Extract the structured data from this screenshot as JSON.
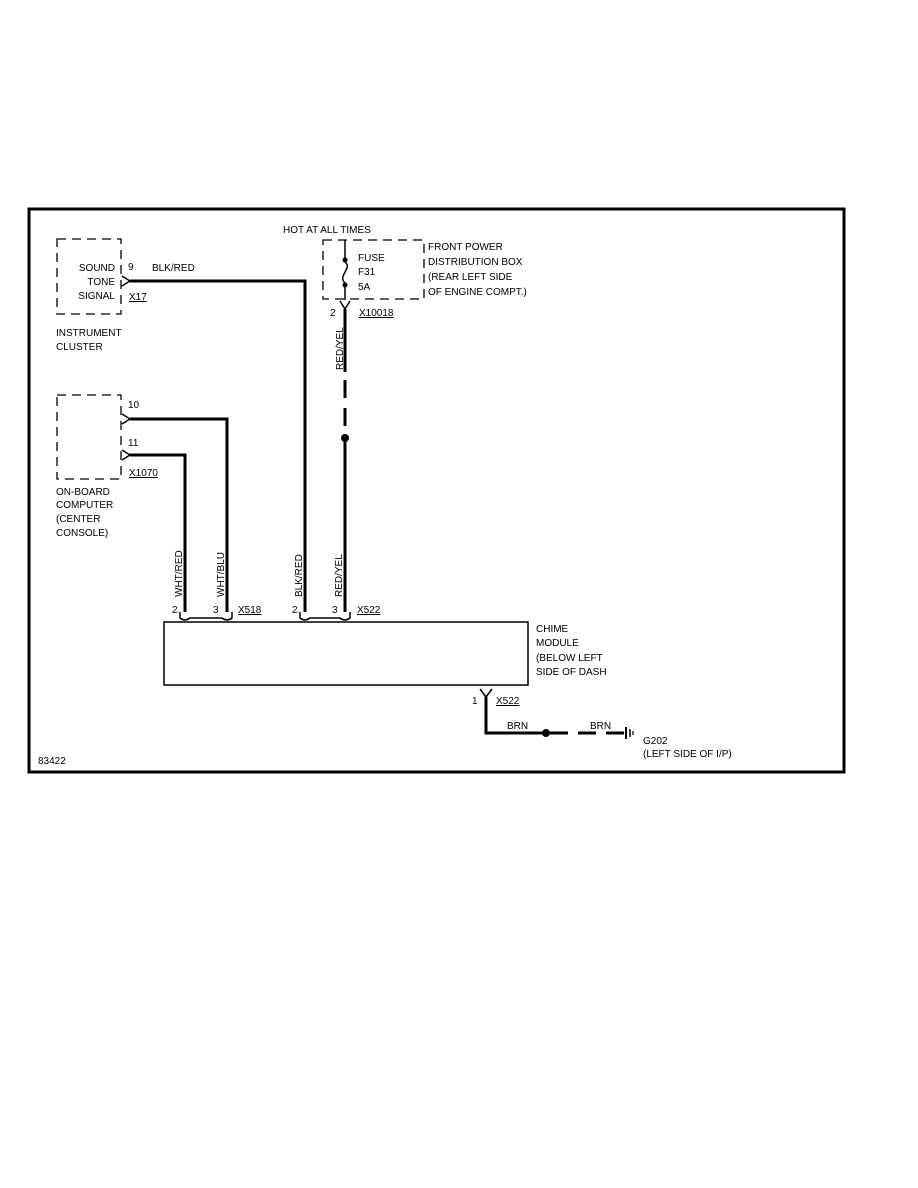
{
  "figure_id": "83422",
  "power": {
    "hot_label": "HOT AT ALL TIMES",
    "fuse_label": "FUSE",
    "fuse_id": "F31",
    "fuse_rating": "5A",
    "box_line1": "FRONT POWER",
    "box_line2": "DISTRIBUTION BOX",
    "box_line3": "(REAR LEFT SIDE",
    "box_line4": "OF ENGINE COMPT.)",
    "pin": "2",
    "connector": "X10018",
    "wire_upper": "RED/YEL"
  },
  "instrument_cluster": {
    "sig_line1": "SOUND",
    "sig_line2": "TONE",
    "sig_line3": "SIGNAL",
    "pin": "9",
    "wire": "BLK/RED",
    "connector": "X17",
    "label_line1": "INSTRUMENT",
    "label_line2": "CLUSTER"
  },
  "onboard_computer": {
    "pin_a": "10",
    "pin_b": "11",
    "connector": "X1070",
    "label_line1": "ON-BOARD",
    "label_line2": "COMPUTER",
    "label_line3": "(CENTER",
    "label_line4": "CONSOLE)"
  },
  "chime_inputs": {
    "wire1": "WHT/RED",
    "wire2": "WHT/BLU",
    "wire3": "BLK/RED",
    "wire4": "RED/YEL",
    "pin1": "2",
    "pin2": "3",
    "pin3": "2",
    "pin4": "3",
    "connector_a": "X518",
    "connector_b": "X522"
  },
  "chime_module": {
    "line1": "CHIME",
    "line2": "MODULE",
    "line3": "(BELOW LEFT",
    "line4": "SIDE OF DASH"
  },
  "ground": {
    "pin": "1",
    "connector": "X522",
    "wire1": "BRN",
    "wire2": "BRN",
    "ground_id": "G202",
    "location": "(LEFT SIDE OF I/P)"
  }
}
